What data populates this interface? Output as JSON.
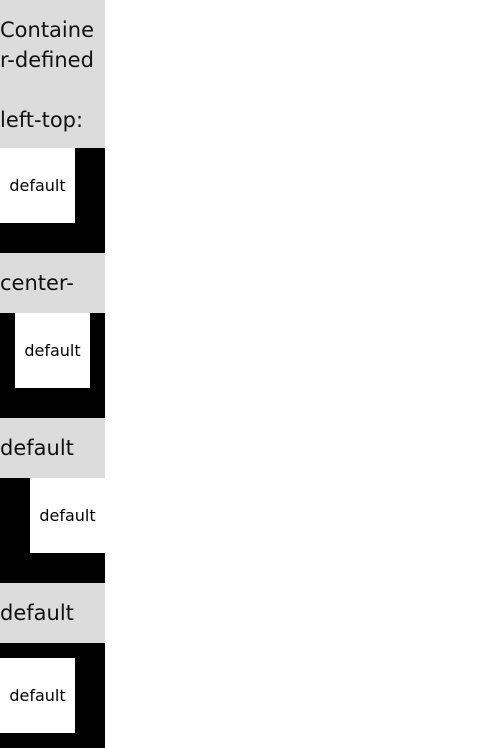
{
  "sections": [
    {
      "label_line1": "Containe",
      "label_line2": "r-defined",
      "label_line3": "left-top:",
      "inner_text": "default"
    },
    {
      "label": "center-",
      "inner_text": "default"
    },
    {
      "label": "default",
      "inner_text": "default"
    },
    {
      "label": "default",
      "inner_text": "default"
    }
  ]
}
